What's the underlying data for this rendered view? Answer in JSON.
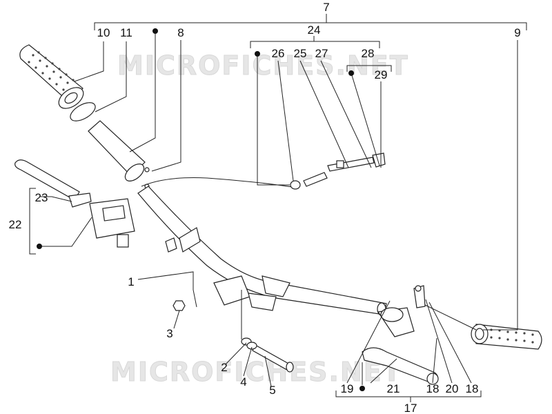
{
  "watermark": "MICROFICHES.NET",
  "labels": {
    "l1": "1",
    "l2": "2",
    "l3": "3",
    "l4": "4",
    "l5": "5",
    "l7": "7",
    "l8": "8",
    "l9": "9",
    "l10": "10",
    "l11": "11",
    "l17": "17",
    "l18a": "18",
    "l18b": "18",
    "l19": "19",
    "l20": "20",
    "l21": "21",
    "l22": "22",
    "l23": "23",
    "l24": "24",
    "l25": "25",
    "l26": "26",
    "l27": "27",
    "l28": "28",
    "l29": "29"
  },
  "colors": {
    "line": "#222222",
    "watermark": "#e6e6e6",
    "background": "#ffffff"
  }
}
